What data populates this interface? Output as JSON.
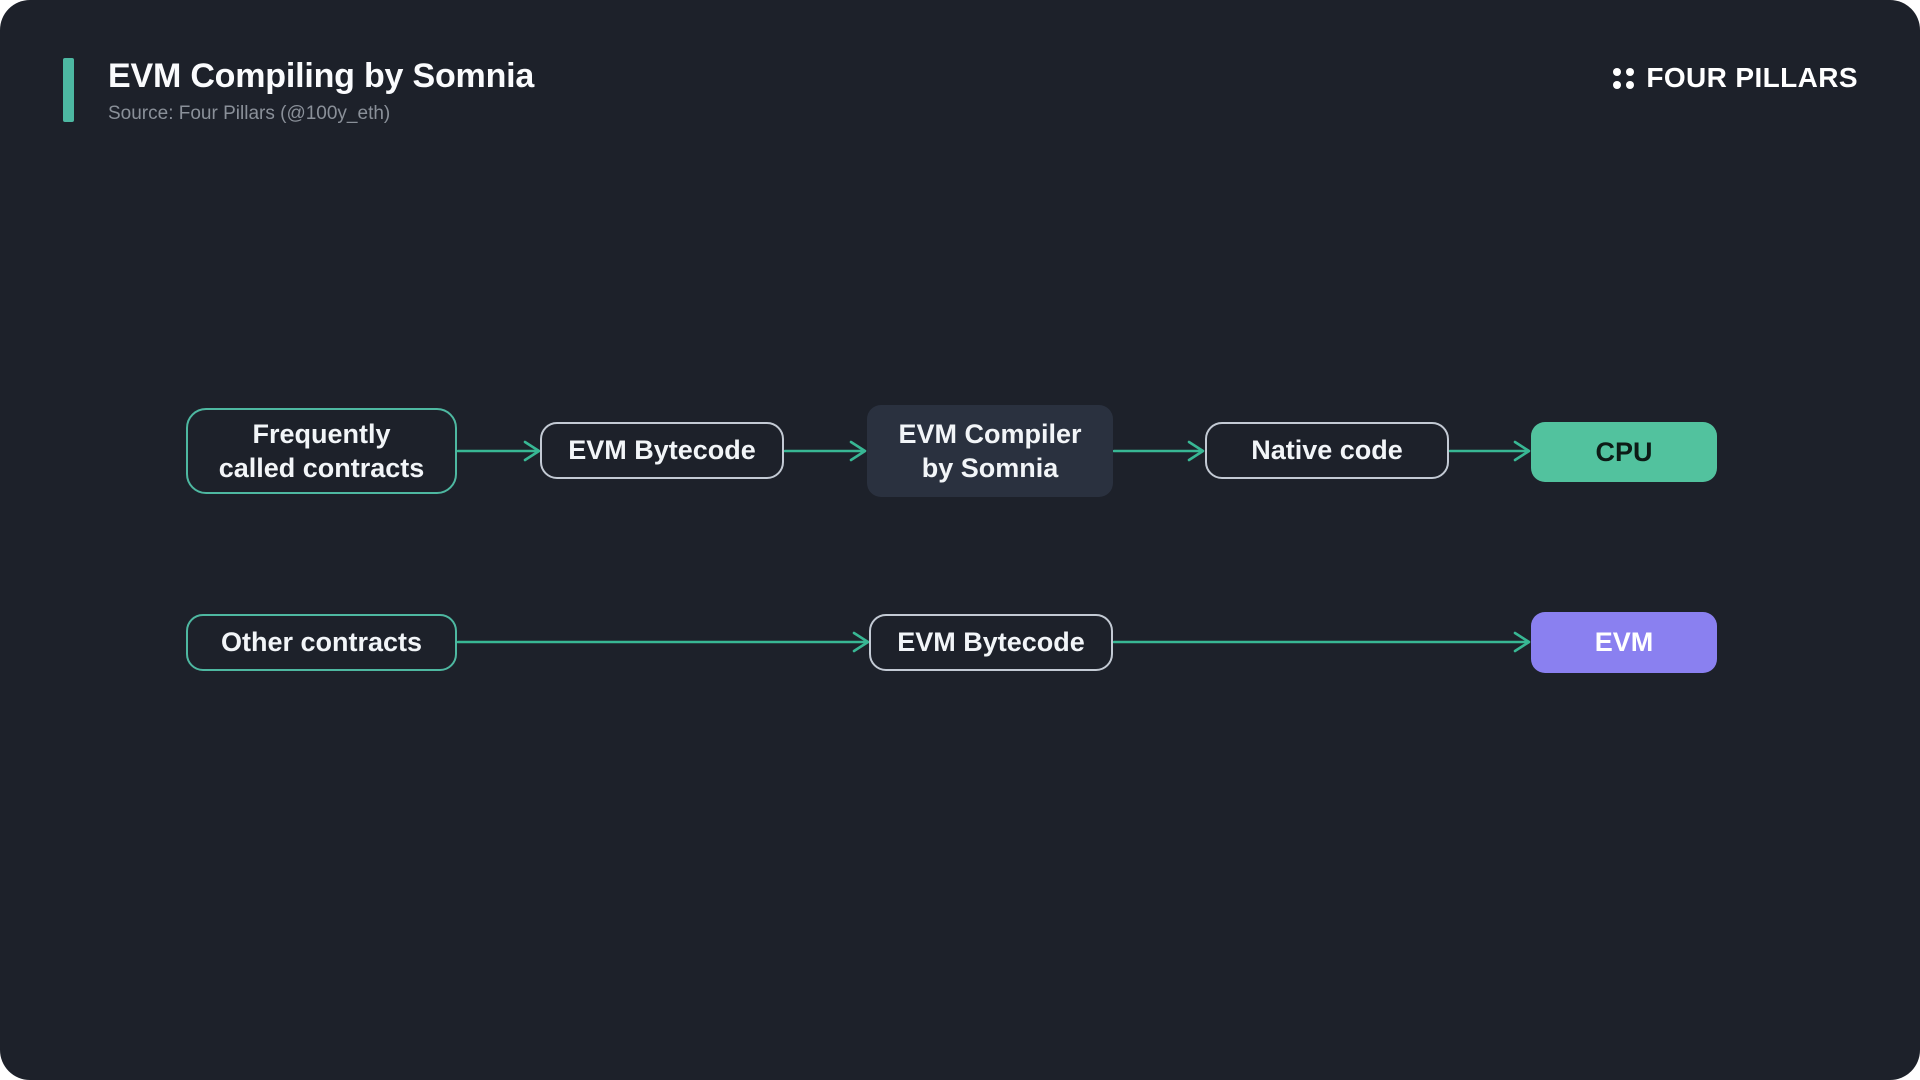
{
  "header": {
    "title": "EVM Compiling by Somnia",
    "source": "Source: Four Pillars (@100y_eth)",
    "brand": "FOUR PILLARS"
  },
  "icons": {
    "brand_mark": "four-dots-grid-icon"
  },
  "colors": {
    "canvas_background": "#1d212a",
    "accent_teal": "#4db8a2",
    "arrow_teal": "#38b794",
    "node_slate_fill": "#2a313f",
    "cpu_green": "#52c29e",
    "evm_purple": "#8a80f0",
    "outline_gray": "#c3cad4",
    "text_primary": "#f2f5f8",
    "text_muted": "#8a9099"
  },
  "diagram": {
    "rows": [
      {
        "nodes": [
          {
            "lines": [
              "Frequently",
              "called contracts"
            ],
            "variant": "teal-outline"
          },
          {
            "lines": [
              "EVM Bytecode"
            ],
            "variant": "gray-outline"
          },
          {
            "lines": [
              "EVM Compiler",
              "by Somnia"
            ],
            "variant": "slate-filled"
          },
          {
            "lines": [
              "Native code"
            ],
            "variant": "gray-outline"
          },
          {
            "lines": [
              "CPU"
            ],
            "variant": "green-filled"
          }
        ]
      },
      {
        "nodes": [
          {
            "lines": [
              "Other contracts"
            ],
            "variant": "teal-outline"
          },
          {
            "lines": [
              "EVM Bytecode"
            ],
            "variant": "gray-outline"
          },
          {
            "lines": [
              "EVM"
            ],
            "variant": "purple-filled"
          }
        ]
      }
    ]
  }
}
